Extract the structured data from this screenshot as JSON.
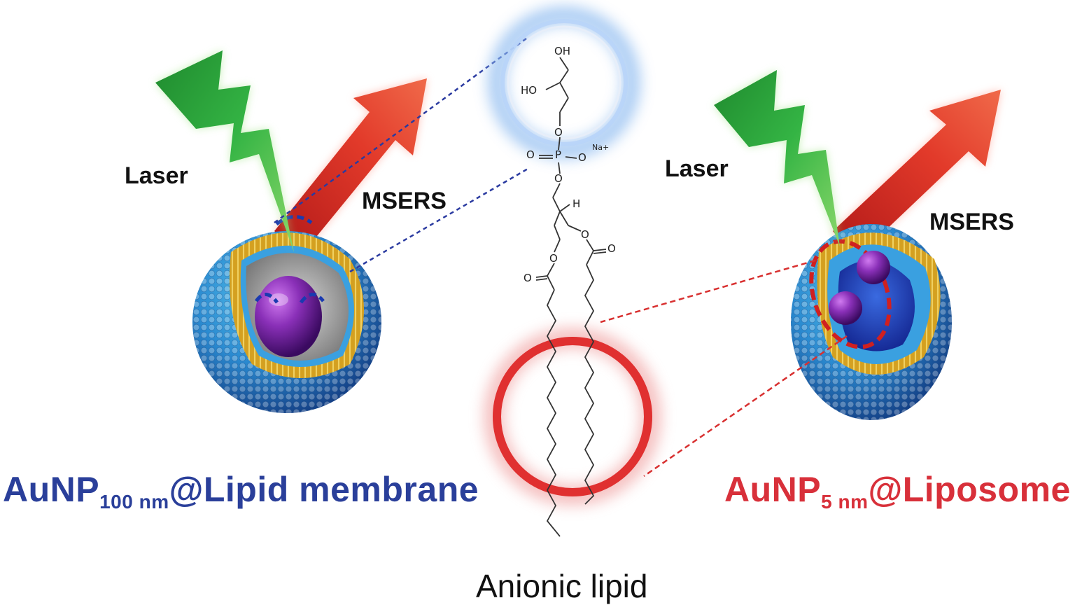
{
  "labels": {
    "laser_left": "Laser",
    "laser_right": "Laser",
    "msers_left": "MSERS",
    "msers_right": "MSERS",
    "title_left_main": "AuNP",
    "title_left_sub": "100 nm",
    "title_left_rest": "@Lipid membrane",
    "title_right_main": "AuNP",
    "title_right_sub": "5 nm",
    "title_right_rest": "@Liposome",
    "caption": "Anionic lipid"
  },
  "chemistry": {
    "oh_top": "OH",
    "ho_mid": "HO",
    "o_link": "O",
    "o_left_phosphate": "O",
    "p": "P",
    "o_right_phosphate": "O",
    "na": "Na+",
    "o_lower": "O",
    "h": "H",
    "o_ester_1": "O",
    "o_carbonyl_right": "O",
    "o_ester_2": "O",
    "o_carbonyl_left": "O"
  },
  "colors": {
    "blue_title": "#2a3f9a",
    "red_title": "#d8303a",
    "laser_green": "#2a9a3a",
    "arrow_red": "#d02020",
    "gold_nanoparticle": "#7a2aa0",
    "headgroup_glow": "#8fbcf0",
    "tail_circle": "#e03030"
  }
}
